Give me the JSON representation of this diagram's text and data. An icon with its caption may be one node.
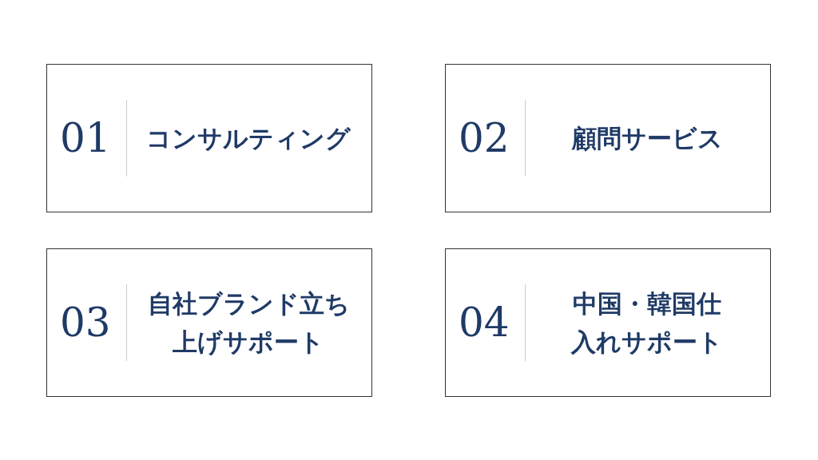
{
  "diagram": {
    "nodes": [
      {
        "text": [
          "01",
          "コンサルティング"
        ]
      },
      {
        "text": [
          "02",
          "顧問サービス"
        ]
      },
      {
        "text": [
          "03",
          "自社ブランド立ち上げサポート"
        ]
      },
      {
        "text": [
          "04",
          "中国・韓国仕入れサポート"
        ]
      }
    ]
  }
}
